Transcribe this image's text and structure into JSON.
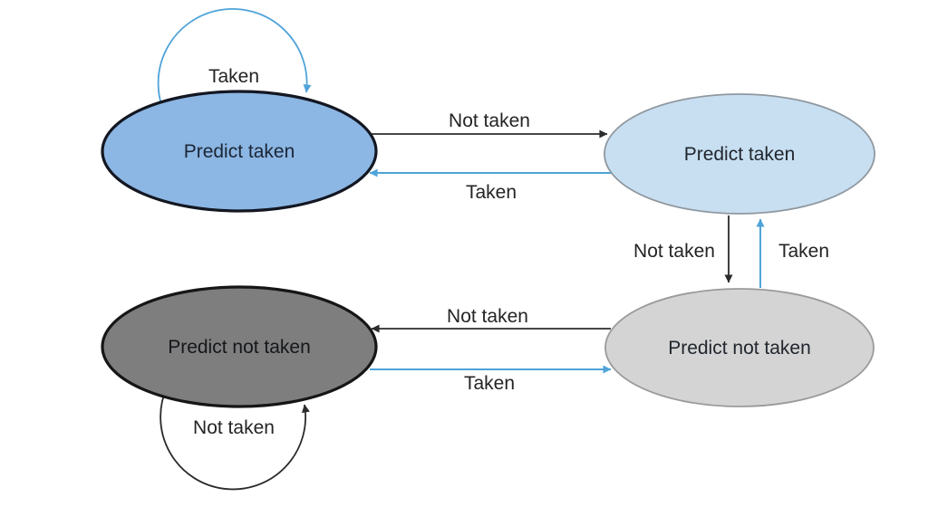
{
  "diagram": {
    "type": "state-diagram",
    "states": [
      {
        "label": "Predict taken",
        "fill": "#8CB6E3",
        "border": "#131722",
        "text_color": "#1b2636"
      },
      {
        "label": "Predict taken",
        "fill": "#C8DFF2",
        "border": "#8F989F",
        "text_color": "#21262e"
      },
      {
        "label": "Predict not taken",
        "fill": "#7E7E7E",
        "border": "#161616",
        "text_color": "#15171b"
      },
      {
        "label": "Predict not taken",
        "fill": "#D4D4D4",
        "border": "#9A9A9A",
        "text_color": "#21262e"
      }
    ],
    "transitions": [
      {
        "from": 0,
        "to": 0,
        "label": "Taken"
      },
      {
        "from": 0,
        "to": 1,
        "label": "Not taken"
      },
      {
        "from": 1,
        "to": 0,
        "label": "Taken"
      },
      {
        "from": 1,
        "to": 3,
        "label": "Not taken"
      },
      {
        "from": 3,
        "to": 1,
        "label": "Taken"
      },
      {
        "from": 3,
        "to": 2,
        "label": "Not taken"
      },
      {
        "from": 2,
        "to": 3,
        "label": "Taken"
      },
      {
        "from": 2,
        "to": 2,
        "label": "Not taken"
      }
    ],
    "colors": {
      "taken_edge": "#4FA3D9",
      "not_taken_edge": "#2b2b2b",
      "edge_label": "#242424",
      "background": "#ffffff"
    }
  }
}
